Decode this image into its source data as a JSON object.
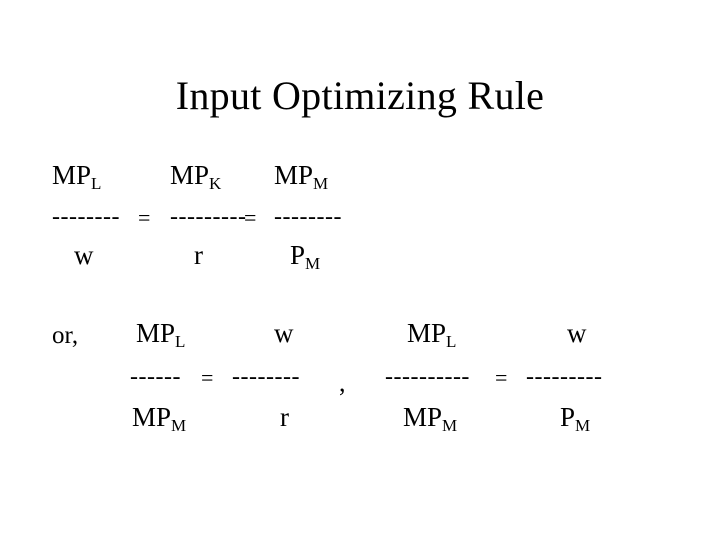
{
  "slide": {
    "title": "Input Optimizing Rule",
    "background_color": "#ffffff",
    "text_color": "#000000"
  },
  "equation_row_1": {
    "description": "MP_L / w = MP_K / r = MP_M / P_M",
    "fraction_1": {
      "numerator_base": "MP",
      "numerator_sub": "L",
      "bar": "--------",
      "denominator_base": "w",
      "denominator_sub": ""
    },
    "operator_1": "=",
    "fraction_2": {
      "numerator_base": "MP",
      "numerator_sub": "K",
      "bar": "---------",
      "denominator_base": "r",
      "denominator_sub": ""
    },
    "operator_2": "=",
    "fraction_3": {
      "numerator_base": "MP",
      "numerator_sub": "M",
      "bar": "--------",
      "denominator_base": "P",
      "denominator_sub": "M"
    }
  },
  "equation_row_2": {
    "lead_in": "or,",
    "separator": ",",
    "equation_left": {
      "description": "MP_L / MP_M = w / r",
      "fraction_1": {
        "numerator_base": "MP",
        "numerator_sub": "L",
        "bar": "------",
        "denominator_base": "MP",
        "denominator_sub": "M"
      },
      "operator": "=",
      "fraction_2": {
        "numerator_base": "w",
        "numerator_sub": "",
        "bar": "--------",
        "denominator_base": "r",
        "denominator_sub": ""
      }
    },
    "equation_right": {
      "description": "MP_L / MP_M = w / P_M",
      "fraction_1": {
        "numerator_base": "MP",
        "numerator_sub": "L",
        "bar": "----------",
        "denominator_base": "MP",
        "denominator_sub": "M"
      },
      "operator": "=",
      "fraction_2": {
        "numerator_base": "w",
        "numerator_sub": "",
        "bar": "---------",
        "denominator_base": "P",
        "denominator_sub": "M"
      }
    }
  }
}
